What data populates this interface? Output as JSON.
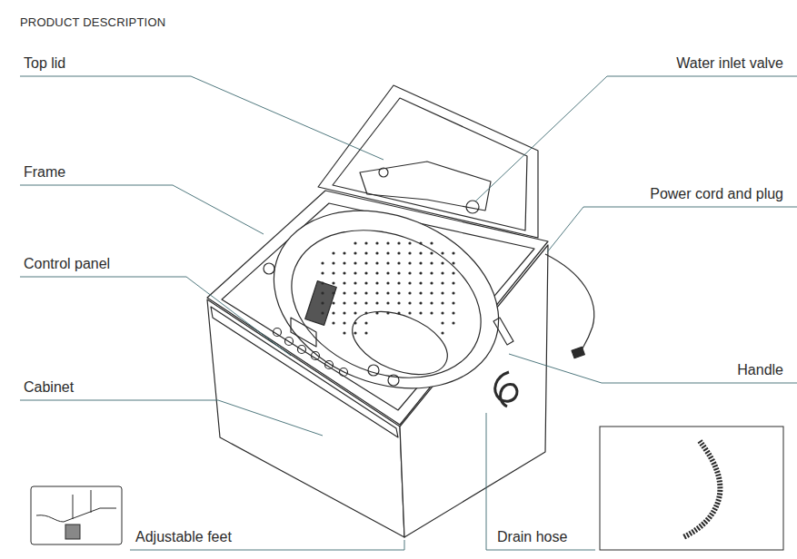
{
  "diagram": {
    "title": "PRODUCT DESCRIPTION",
    "labels": [
      "Top lid",
      "Water inlet valve",
      "Frame",
      "Power cord and plug",
      "Control panel",
      "Handle",
      "Cabinet",
      "Adjustable feet",
      "Drain hose"
    ]
  }
}
